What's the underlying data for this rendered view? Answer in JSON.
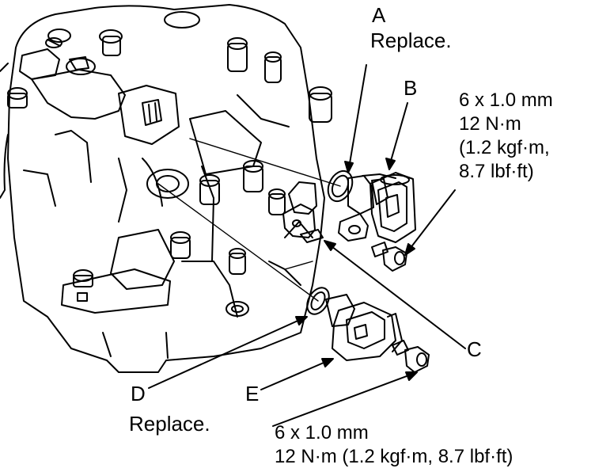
{
  "callouts": {
    "a": {
      "letter": "A",
      "note": "Replace."
    },
    "b": {
      "letter": "B"
    },
    "c": {
      "letter": "C"
    },
    "d": {
      "letter": "D",
      "note": "Replace."
    },
    "e": {
      "letter": "E"
    }
  },
  "torque_upper": {
    "line1": "6 x 1.0 mm",
    "line2": "12 N·m",
    "line3": "(1.2 kgf·m,",
    "line4": "8.7 lbf·ft)"
  },
  "torque_lower": {
    "line1": "6 x 1.0 mm",
    "line2": "12 N·m (1.2 kgf·m, 8.7 lbf·ft)"
  },
  "colors": {
    "ink": "#000000",
    "paper": "#ffffff"
  }
}
